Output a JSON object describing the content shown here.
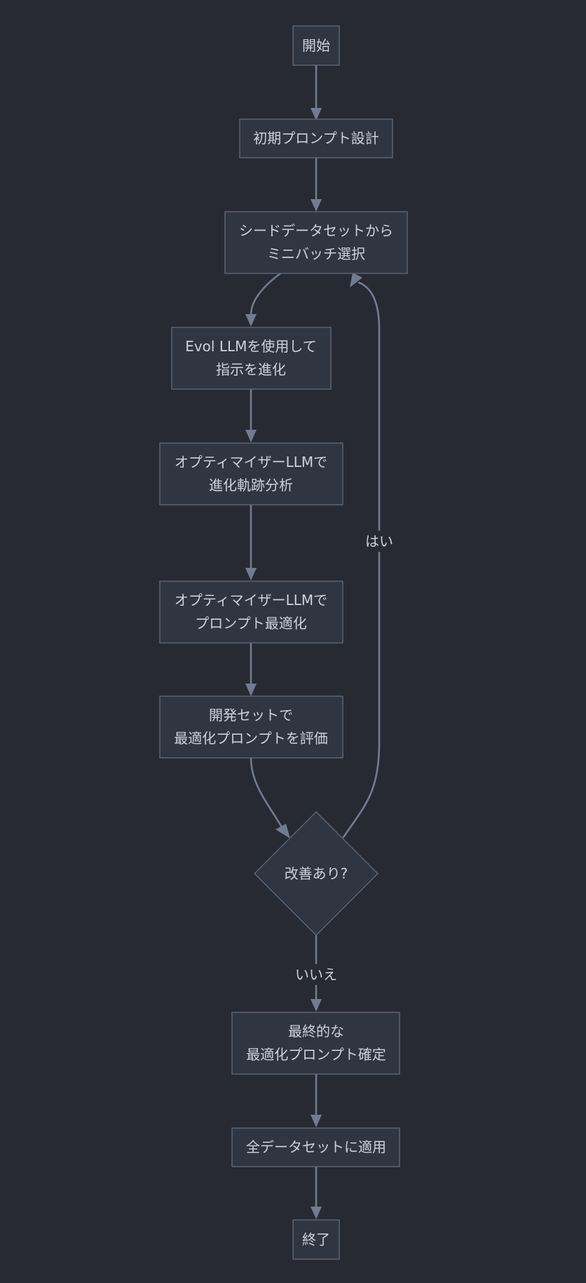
{
  "nodes": {
    "start": {
      "lines": [
        "開始"
      ]
    },
    "initial_prompt": {
      "lines": [
        "初期プロンプト設計"
      ]
    },
    "minibatch": {
      "lines": [
        "シードデータセットから",
        "ミニバッチ選択"
      ]
    },
    "evolve": {
      "lines": [
        "Evol LLMを使用して",
        "指示を進化"
      ]
    },
    "analyze": {
      "lines": [
        "オプティマイザーLLMで",
        "進化軌跡分析"
      ]
    },
    "optimize": {
      "lines": [
        "オプティマイザーLLMで",
        "プロンプト最適化"
      ]
    },
    "evaluate": {
      "lines": [
        "開発セットで",
        "最適化プロンプトを評価"
      ]
    },
    "decision": {
      "lines": [
        "改善あり?"
      ]
    },
    "finalize": {
      "lines": [
        "最終的な",
        "最適化プロンプト確定"
      ]
    },
    "apply": {
      "lines": [
        "全データセットに適用"
      ]
    },
    "end": {
      "lines": [
        "終了"
      ]
    }
  },
  "edges": {
    "yes_label": "はい",
    "no_label": "いいえ"
  }
}
